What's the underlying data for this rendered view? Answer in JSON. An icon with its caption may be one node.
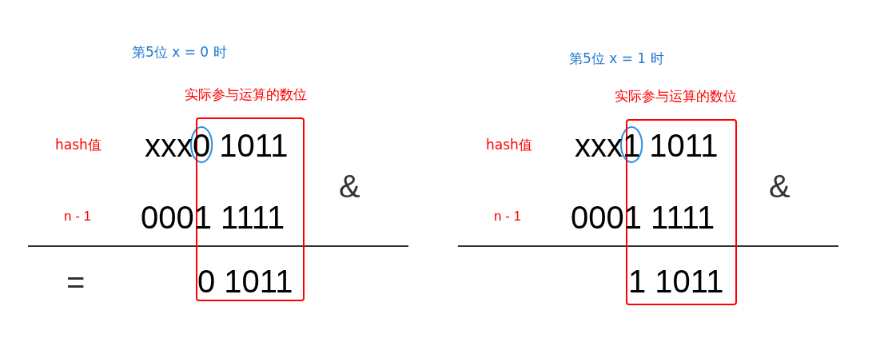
{
  "diagram": {
    "nodes": [
      {
        "text": [
          "实际参与运算的数位"
        ]
      },
      {
        "text": [
          "实际参与运算的数位"
        ]
      }
    ],
    "labels": [
      "第5位 x = 0 时",
      "hash值",
      "xxx0 1011",
      "&",
      "n - 1",
      "0001 1111",
      "=",
      "0 1011",
      "第5位 x = 1 时",
      "hash值",
      "xxx1 1011",
      "&",
      "n - 1",
      "0001 1111",
      "1 1011"
    ]
  }
}
